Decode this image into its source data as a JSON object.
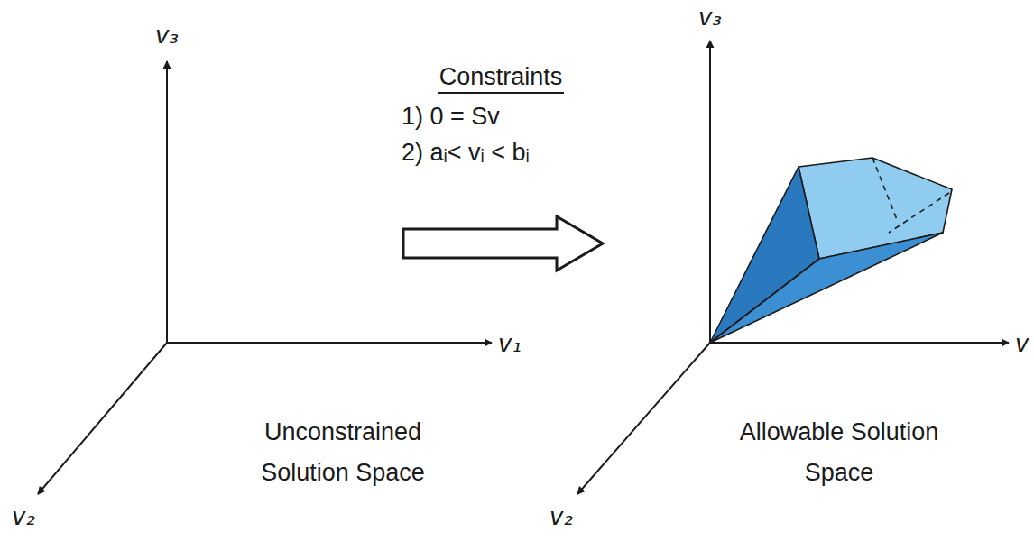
{
  "diagram": {
    "labels": [
      "v₃",
      "Constraints",
      "1) 0 = Sv",
      "2) aᵢ< vᵢ < bᵢ",
      "v₃",
      "v₁",
      "v",
      "Unconstrained Solution Space",
      "Allowable Solution Space",
      "v₂",
      "v₂"
    ]
  }
}
